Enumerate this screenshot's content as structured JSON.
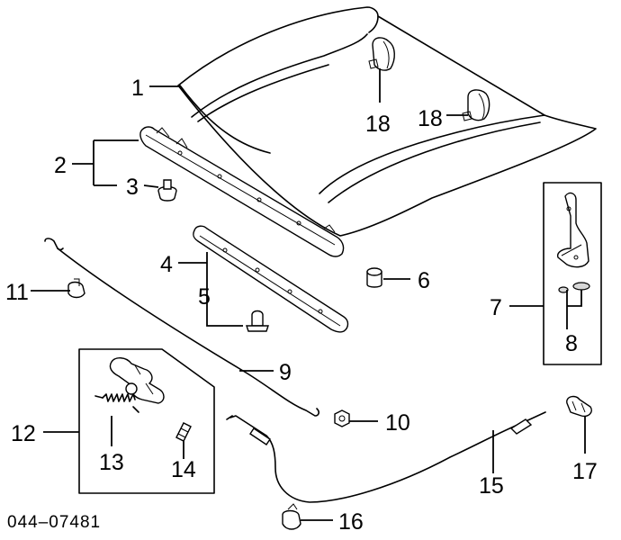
{
  "callouts": {
    "c1": "1",
    "c2": "2",
    "c3": "3",
    "c4": "4",
    "c5": "5",
    "c6": "6",
    "c7": "7",
    "c8": "8",
    "c9": "9",
    "c10": "10",
    "c11": "11",
    "c12": "12",
    "c13": "13",
    "c14": "14",
    "c15": "15",
    "c16": "16",
    "c17": "17",
    "c18a": "18",
    "c18b": "18"
  },
  "diagram_code": "044–07481",
  "colors": {
    "ink": "#000000",
    "paper": "#ffffff"
  }
}
